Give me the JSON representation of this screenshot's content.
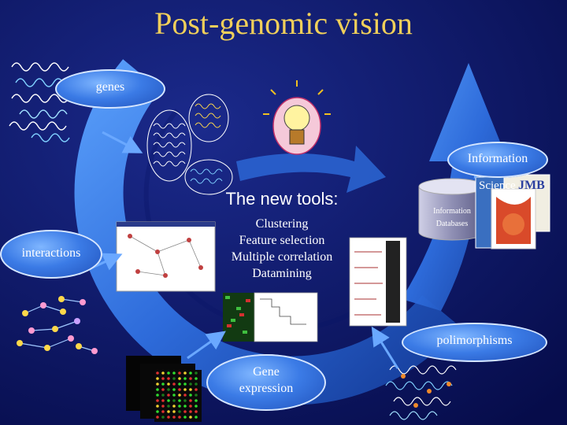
{
  "title": "Post-genomic vision",
  "nodes": {
    "genes": "genes",
    "information": "Information",
    "interactions": "interactions",
    "polimorphisms": "polimorphisms",
    "gene_expression_line1": "Gene",
    "gene_expression_line2": "expression"
  },
  "tools": {
    "heading": "The new tools:",
    "items": [
      "Clustering",
      "Feature selection",
      "Multiple correlation",
      "Datamining"
    ]
  },
  "database": {
    "line1": "Information",
    "line2": "Databases"
  },
  "journals": {
    "science": "Science",
    "jmb": "JMB"
  },
  "colors": {
    "background": "#0a1466",
    "title": "#f0cf5a",
    "cycle_arrow": "#2f6fe0",
    "node": "#3b7be6"
  },
  "icons": [
    "lightbulb-icon",
    "dna-strand-icon",
    "network-graph-icon",
    "microarray-icon",
    "database-icon"
  ]
}
